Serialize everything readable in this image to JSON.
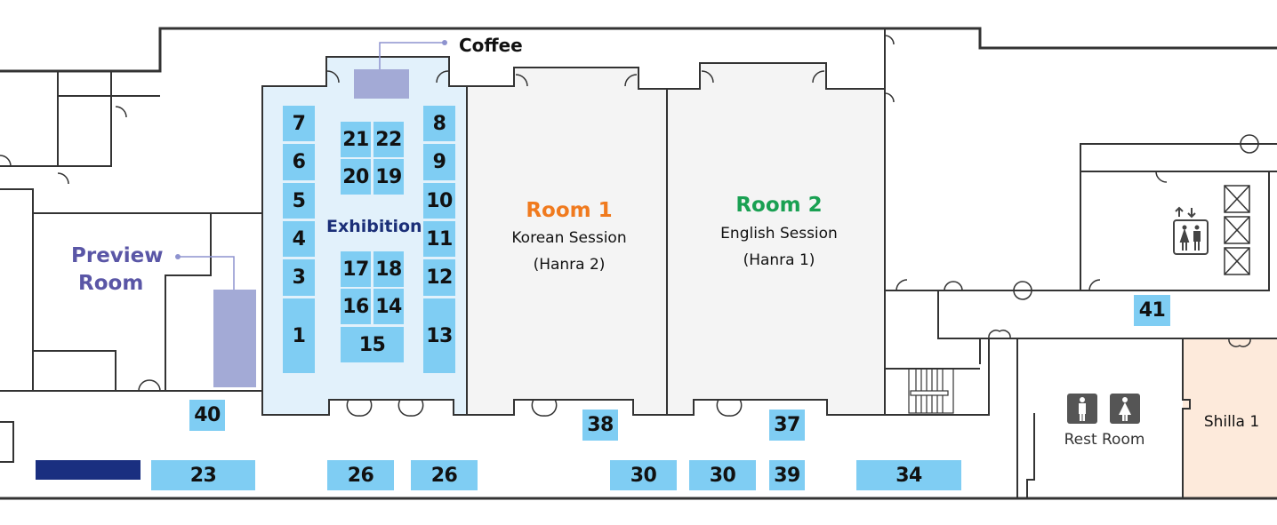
{
  "labels": {
    "coffee": "Coffee",
    "preview_room": [
      "Preview",
      "Room"
    ],
    "exhibition": "Exhibition",
    "room1": {
      "title": "Room 1",
      "session": "Korean Session",
      "hall": "(Hanra 2)"
    },
    "room2": {
      "title": "Room 2",
      "session": "English Session",
      "hall": "(Hanra 1)"
    },
    "rest_room": "Rest Room",
    "shilla": "Shilla 1"
  },
  "booths": [
    "7",
    "6",
    "5",
    "4",
    "3",
    "1",
    "8",
    "9",
    "10",
    "11",
    "12",
    "13",
    "21",
    "22",
    "20",
    "19",
    "17",
    "18",
    "16",
    "14",
    "15",
    "40",
    "23",
    "26",
    "26",
    "38",
    "37",
    "30",
    "30",
    "39",
    "34",
    "41"
  ],
  "icons": [
    "elevator-icon",
    "escalator-icon",
    "male-restroom-icon",
    "female-restroom-icon",
    "door-icon",
    "stairs-icon"
  ],
  "colors": {
    "booth": "#7fcdf3",
    "exhibition_bg": "#e2f1fb",
    "room_bg": "#f4f4f4",
    "screen": "#a3aad6",
    "preview": "#5a56a6",
    "room1": "#f07a1e",
    "room2": "#19a052",
    "exhibition_label": "#1b2f78",
    "shilla_bg": "#fdeadb",
    "navy": "#1a2f80"
  }
}
